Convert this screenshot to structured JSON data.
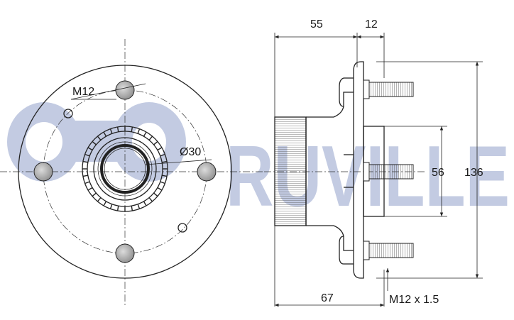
{
  "watermark": {
    "text": "RUVILLE",
    "logo_icon": "ruville-logo-icon",
    "color": "#b9c3dd"
  },
  "front_view": {
    "bolt_label": "M12",
    "bore_label": "Ø30"
  },
  "side_view": {
    "dim_top_left": "55",
    "dim_top_right": "12",
    "dim_bottom": "67",
    "thread_label": "M12 x 1.5",
    "dim_pilot": "56",
    "dim_overall": "136"
  },
  "colors": {
    "line": "#222222",
    "hatch": "#444444",
    "background": "#ffffff"
  }
}
